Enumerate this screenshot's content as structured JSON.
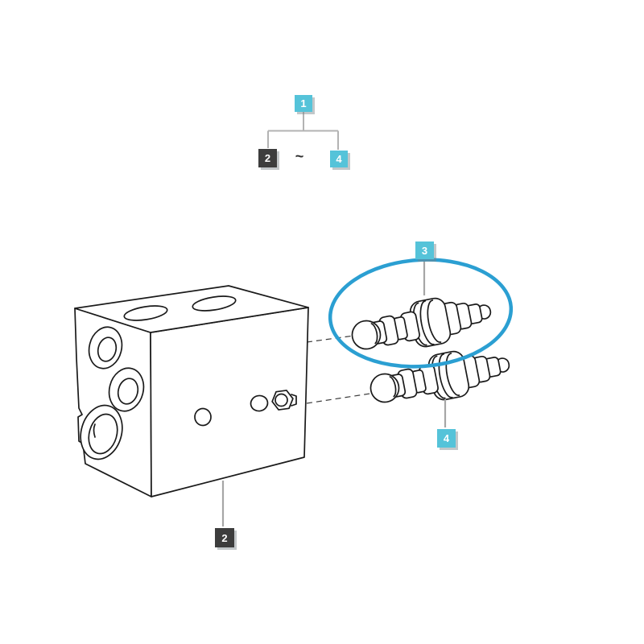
{
  "diagram": {
    "type": "exploded-parts-diagram",
    "legend_tree": {
      "root": "1",
      "range_start": "2",
      "separator": "~",
      "range_end": "4"
    },
    "part_callouts": [
      {
        "label": "2",
        "target": "valve-block",
        "style": "dark"
      },
      {
        "label": "3",
        "target": "top-cartridge",
        "style": "cyan",
        "highlighted": true
      },
      {
        "label": "4",
        "target": "bottom-cartridge",
        "style": "cyan"
      }
    ],
    "highlighted_part_label": "3",
    "colors": {
      "accent_cyan": "#55c3d9",
      "selected_dark": "#3d3d3d",
      "highlight_blue": "#2b9fd2",
      "leader_gray": "#a6a6a6",
      "line_black": "#1a1a1a",
      "background": "#ffffff"
    }
  }
}
